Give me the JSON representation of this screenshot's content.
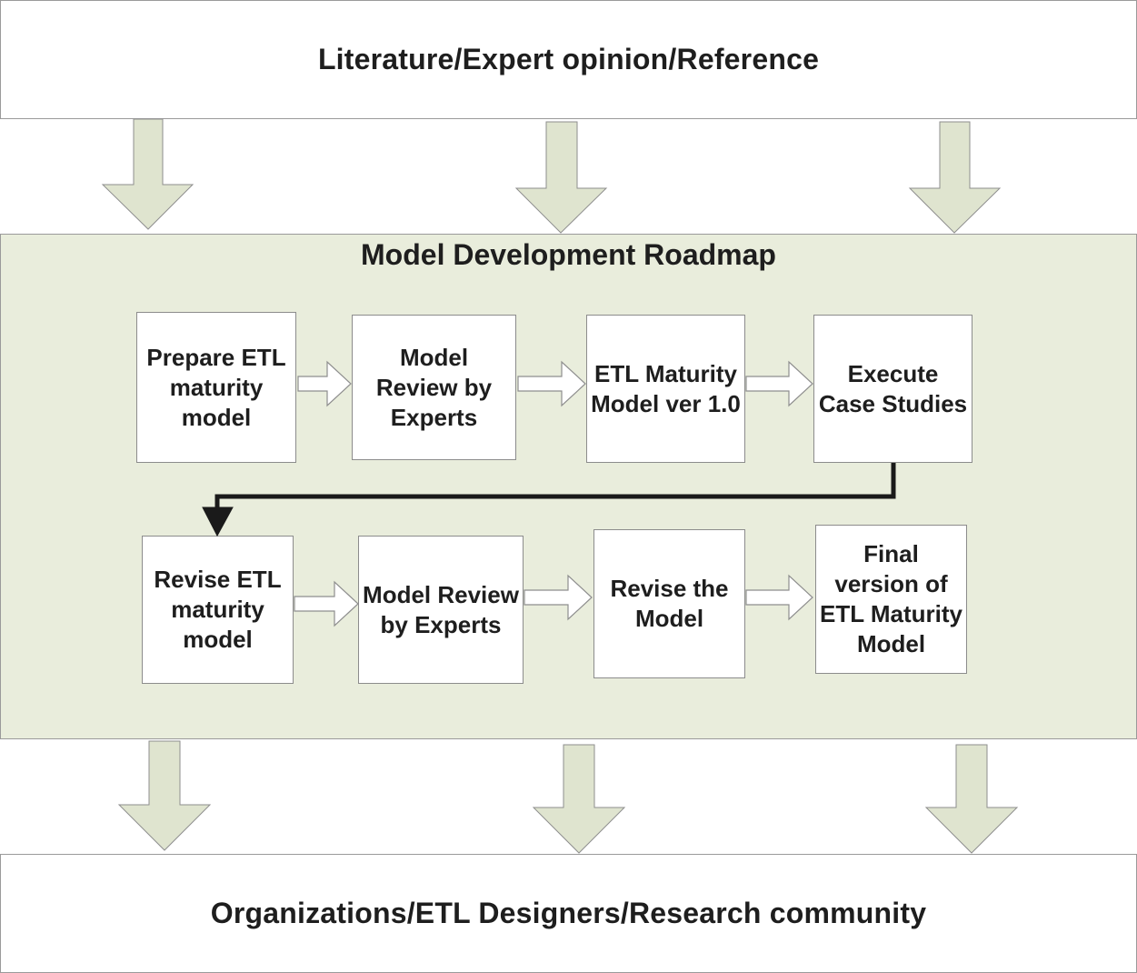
{
  "diagram": {
    "top_banner": "Literature/Expert opinion/Reference",
    "roadmap_title": "Model Development Roadmap",
    "bottom_banner": "Organizations/ETL Designers/Research community",
    "row1": [
      "Prepare ETL maturity model",
      "Model Review by Experts",
      "ETL Maturity Model ver 1.0",
      "Execute Case Studies"
    ],
    "row2": [
      "Revise ETL maturity model",
      "Model Review by Experts",
      "Revise the Model",
      "Final version of ETL Maturity Model"
    ]
  },
  "colors": {
    "panel_fill": "#e9eddc",
    "block_arrow_fill": "#dfe4cf",
    "block_arrow_stroke": "#8e8e8e",
    "connector": "#1a1a1a",
    "box_fill": "#ffffff"
  }
}
